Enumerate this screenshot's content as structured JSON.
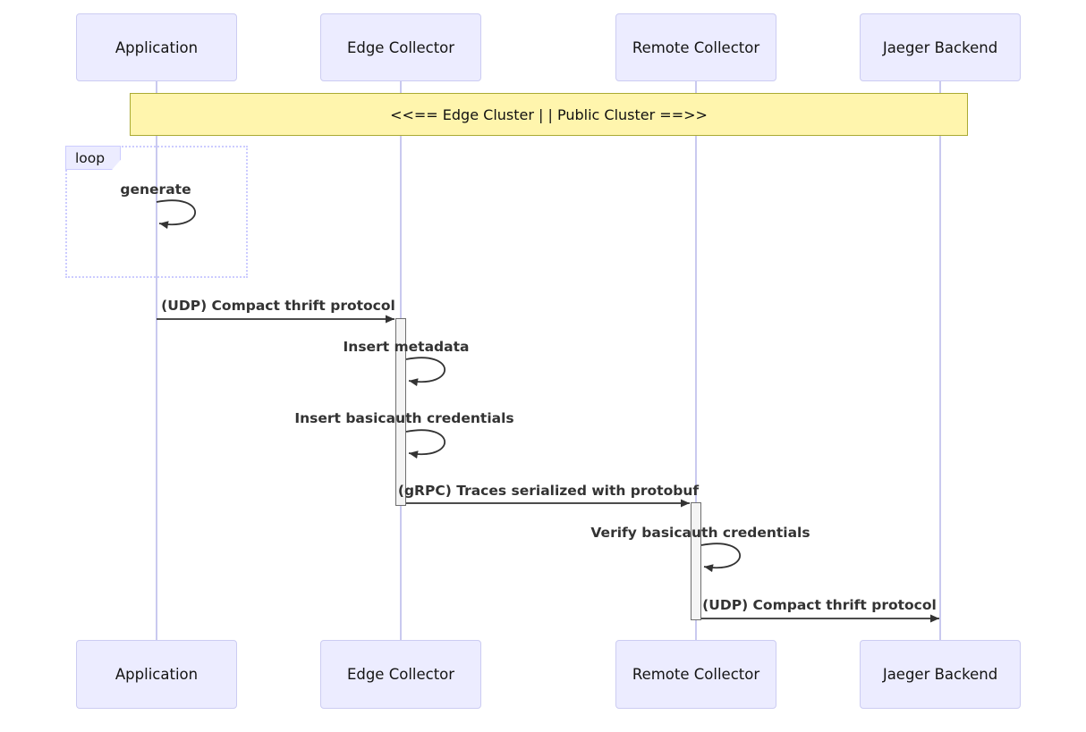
{
  "diagram_type": "sequence",
  "participants": [
    {
      "id": "application",
      "label": "Application"
    },
    {
      "id": "edge-collector",
      "label": "Edge Collector"
    },
    {
      "id": "remote-collector",
      "label": "Remote Collector"
    },
    {
      "id": "jaeger-backend",
      "label": "Jaeger Backend"
    }
  ],
  "note": {
    "text": "<<== Edge Cluster | | Public Cluster ==>>"
  },
  "loop": {
    "label": "loop"
  },
  "messages": [
    {
      "text": "generate",
      "kind": "self",
      "on": "Application"
    },
    {
      "text": "(UDP) Compact thrift protocol",
      "kind": "arrow",
      "from": "Application",
      "to": "Edge Collector"
    },
    {
      "text": "Insert metadata",
      "kind": "self",
      "on": "Edge Collector"
    },
    {
      "text": "Insert basicauth credentials",
      "kind": "self",
      "on": "Edge Collector"
    },
    {
      "text": "(gRPC) Traces serialized with protobuf",
      "kind": "arrow",
      "from": "Edge Collector",
      "to": "Remote Collector"
    },
    {
      "text": "Verify basicauth credentials",
      "kind": "self",
      "on": "Remote Collector"
    },
    {
      "text": "(UDP) Compact thrift protocol",
      "kind": "arrow",
      "from": "Remote Collector",
      "to": "Jaeger Backend"
    }
  ],
  "colors": {
    "actor_fill": "#ececff",
    "actor_border": "#ccccf2",
    "note_fill": "#fff5ad",
    "note_border": "#aaaa33",
    "lifeline": "#c9c9ef",
    "activation_fill": "#f4f4f4",
    "activation_border": "#6e6e6e",
    "arrow": "#333333",
    "text": "#141414"
  }
}
